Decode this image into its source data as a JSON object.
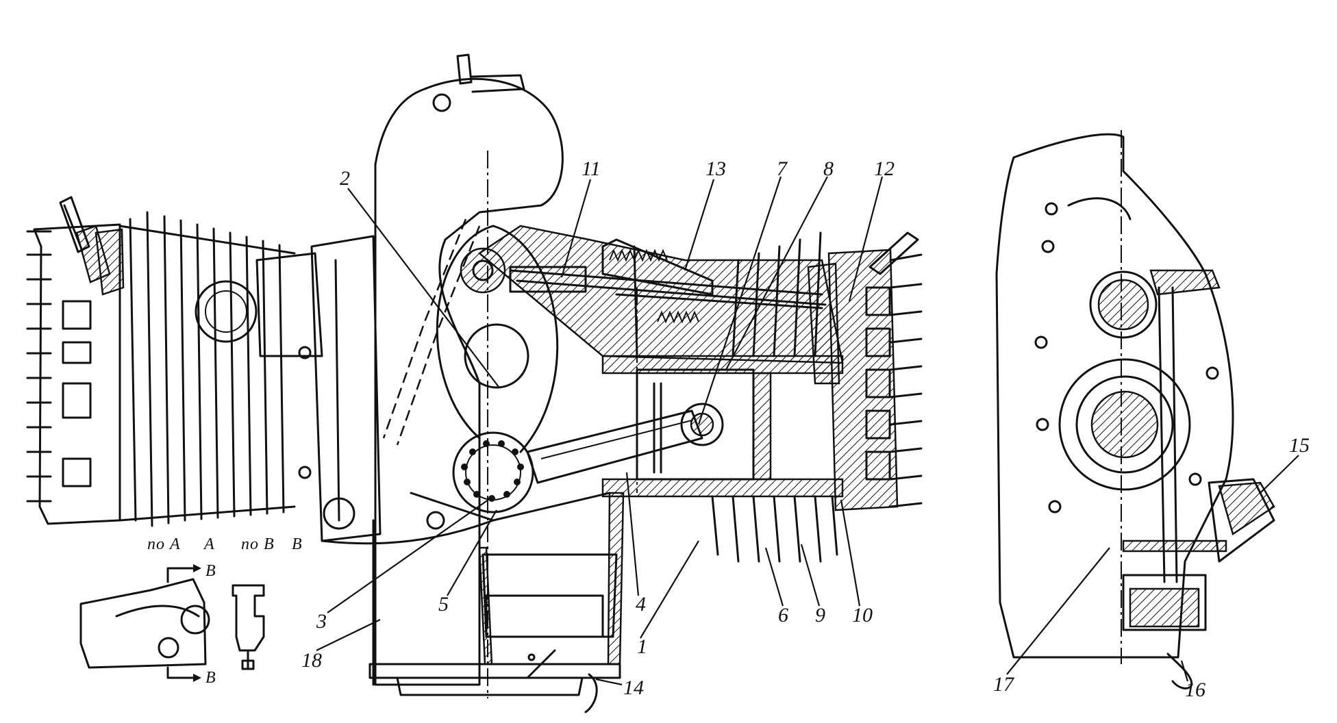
{
  "callouts": {
    "c1": "1",
    "c2": "2",
    "c3": "3",
    "c4": "4",
    "c5": "5",
    "c6": "6",
    "c7": "7",
    "c8": "8",
    "c9": "9",
    "c10": "10",
    "c11": "11",
    "c12": "12",
    "c13": "13",
    "c14": "14",
    "c15": "15",
    "c16": "16",
    "c17": "17",
    "c18": "18"
  },
  "section_labels": {
    "po_a": "по А",
    "a": "А",
    "po_b": "по В",
    "b": "В",
    "arrow_top": "В",
    "arrow_bottom": "В"
  }
}
